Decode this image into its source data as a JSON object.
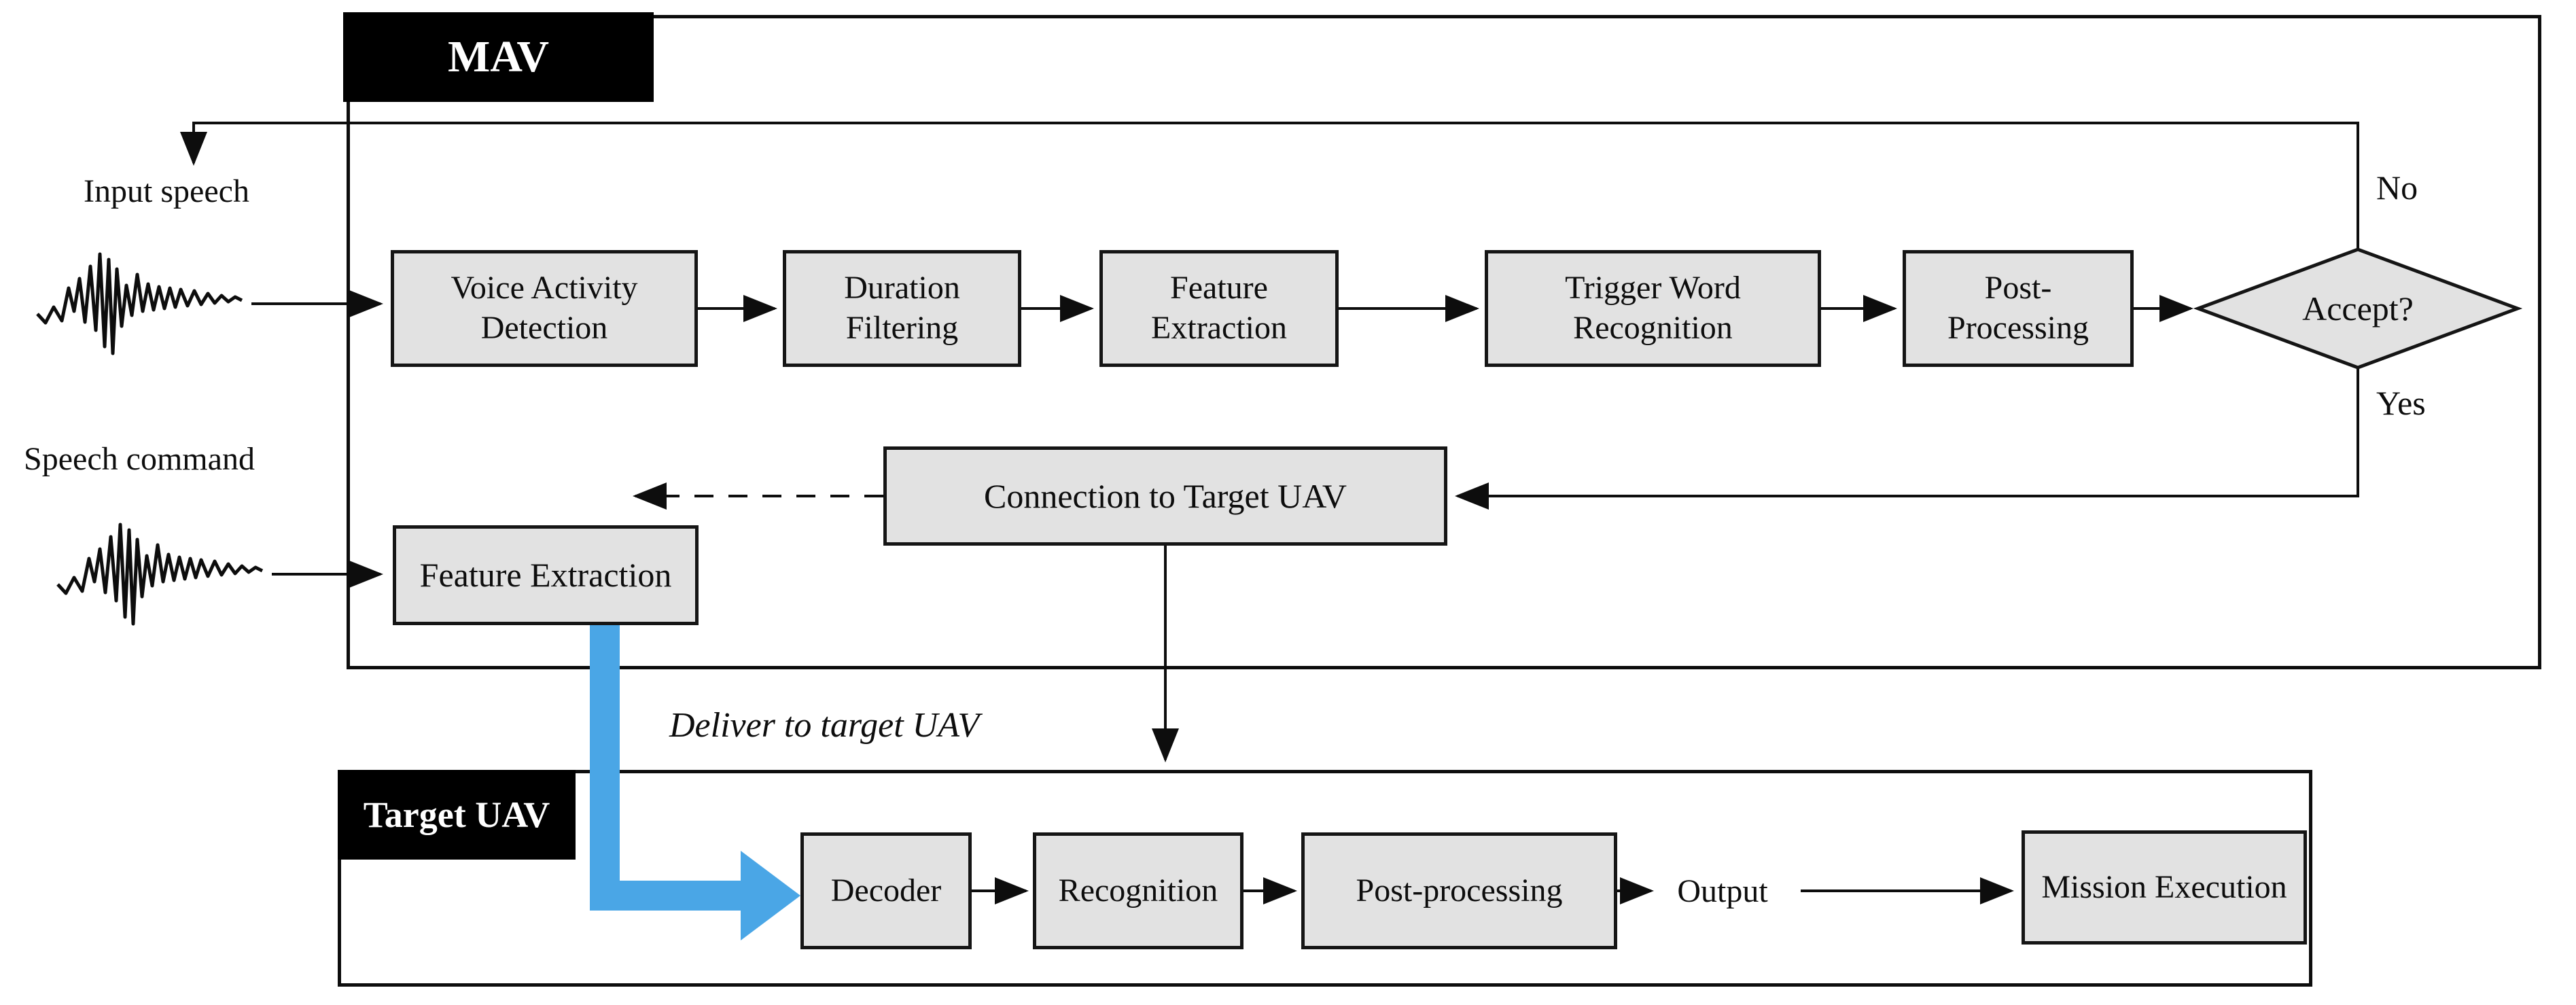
{
  "colors": {
    "box_fill": "#e2e2e2",
    "box_border": "#151515",
    "line_color": "#0d0d0d",
    "accent_blue": "#4aa6e6",
    "label_bg": "#000000",
    "label_text": "#ffffff"
  },
  "mav": {
    "title": "MAV",
    "input_speech_label": "Input speech",
    "speech_command_label": "Speech command",
    "stages": [
      "Voice Activity Detection",
      "Duration Filtering",
      "Feature Extraction",
      "Trigger Word Recognition",
      "Post-Processing"
    ],
    "decision": {
      "label": "Accept?",
      "no": "No",
      "yes": "Yes"
    },
    "connection_box": "Connection to Target UAV",
    "feature_extraction_2": "Feature Extraction"
  },
  "deliver_note": "Deliver to target UAV",
  "target_uav": {
    "title": "Target UAV",
    "stages": [
      "Decoder",
      "Recognition",
      "Post-processing"
    ],
    "output_label": "Output",
    "mission_box": "Mission Execution"
  }
}
